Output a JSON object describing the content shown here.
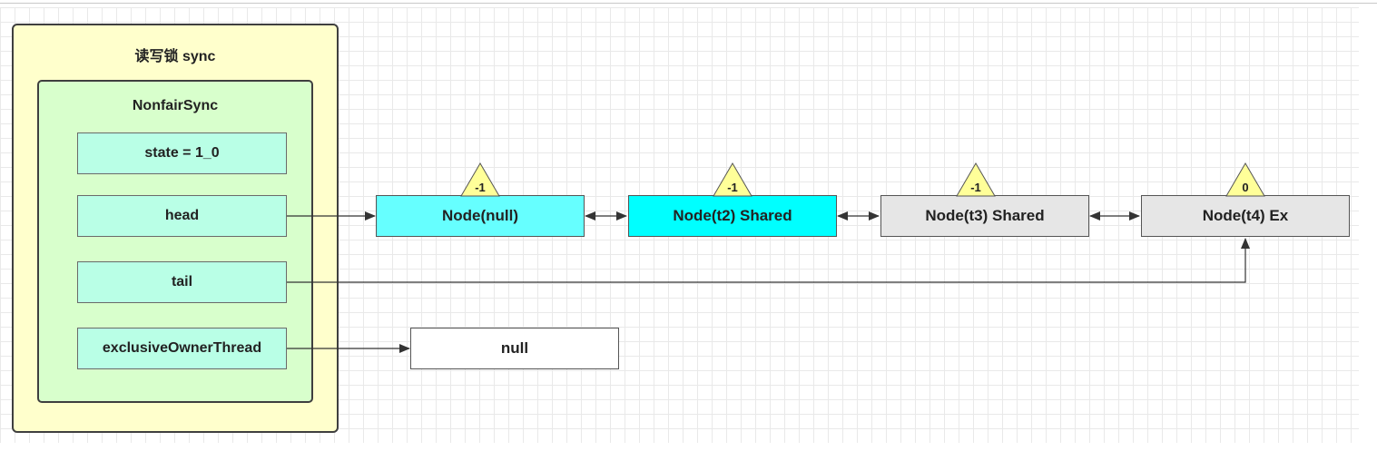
{
  "outer": {
    "title": "读写锁 sync"
  },
  "inner": {
    "title": "NonfairSync"
  },
  "fields": {
    "state": "state = 1_0",
    "head": "head",
    "tail": "tail",
    "owner": "exclusiveOwnerThread"
  },
  "nodes": [
    {
      "label": "Node(null)",
      "waitStatus": "-1",
      "fill": "#66ffff"
    },
    {
      "label": "Node(t2) Shared",
      "waitStatus": "-1",
      "fill": "#00ffff"
    },
    {
      "label": "Node(t3) Shared",
      "waitStatus": "-1",
      "fill": "#e6e6e6"
    },
    {
      "label": "Node(t4) Ex",
      "waitStatus": "0",
      "fill": "#e6e6e6"
    }
  ],
  "owner_target": {
    "label": "null"
  },
  "colors": {
    "outer_fill": "#ffffcc",
    "inner_fill": "#d8ffcc",
    "field_fill": "#b9ffe6",
    "triangle_fill": "#ffff99",
    "line": "#333333"
  }
}
